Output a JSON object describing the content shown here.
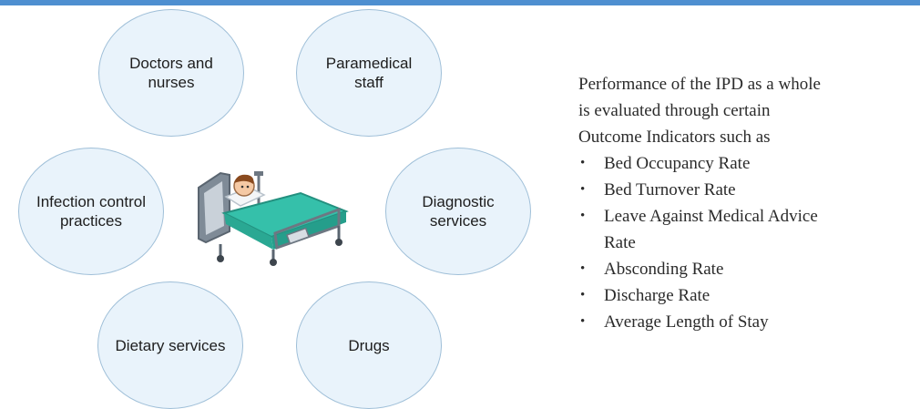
{
  "bubbles": [
    {
      "label": "Doctors and\nnurses"
    },
    {
      "label": "Paramedical\nstaff"
    },
    {
      "label": "Infection control\npractices"
    },
    {
      "label": "Diagnostic\nservices"
    },
    {
      "label": "Dietary services"
    },
    {
      "label": "Drugs"
    }
  ],
  "center_icon": "hospital-bed-with-patient-icon",
  "info": {
    "intro": "Performance of the IPD as a whole\nis evaluated through certain\nOutcome Indicators such as",
    "indicators": [
      "Bed Occupancy Rate",
      "Bed Turnover Rate",
      "Leave Against Medical Advice\nRate",
      "Absconding Rate",
      "Discharge Rate",
      "Average Length of Stay"
    ]
  },
  "colors": {
    "bar": "#4e8fd0",
    "bubble_fill": "#e9f3fb",
    "bubble_border": "#9fbfd8",
    "blanket": "#2eb8a3"
  }
}
